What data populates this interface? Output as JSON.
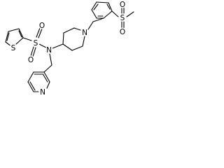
{
  "atoms": {
    "s_thiophene": "S",
    "s_sulfonyl": "S",
    "o_sulfonyl_1": "O",
    "o_sulfonyl_2": "O",
    "n_sulfonamide": "N",
    "n_piperidine": "N",
    "n_pyridine": "N",
    "s_methylsulfonyl": "S",
    "o_methylsulfonyl_1": "O",
    "o_methylsulfonyl_2": "O"
  }
}
